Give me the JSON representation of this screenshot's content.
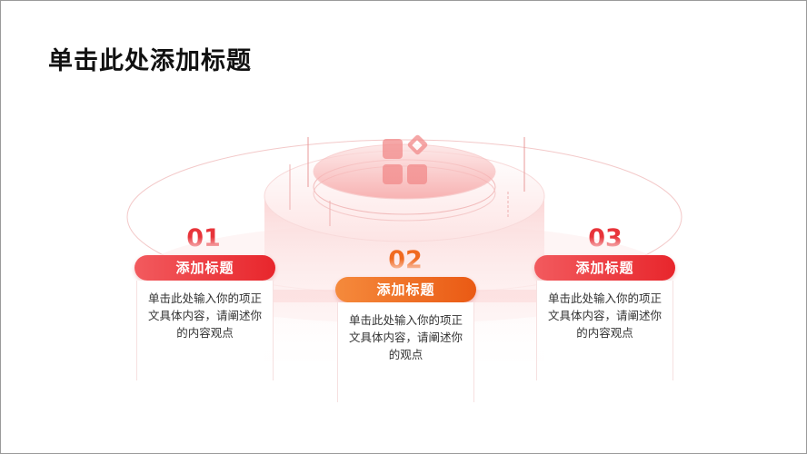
{
  "title": "单击此处添加标题",
  "items": [
    {
      "number": "01",
      "heading": "添加标题",
      "text": "单击此处输入你的项正文具体内容，请阐述你的内容观点"
    },
    {
      "number": "02",
      "heading": "添加标题",
      "text": "单击此处输入你的项正文具体内容，请阐述你的观点"
    },
    {
      "number": "03",
      "heading": "添加标题",
      "text": "单击此处输入你的项正文具体内容，请阐述你的内容观点"
    }
  ],
  "colors": {
    "red": "#e8262c",
    "orange": "#ea5a14"
  }
}
